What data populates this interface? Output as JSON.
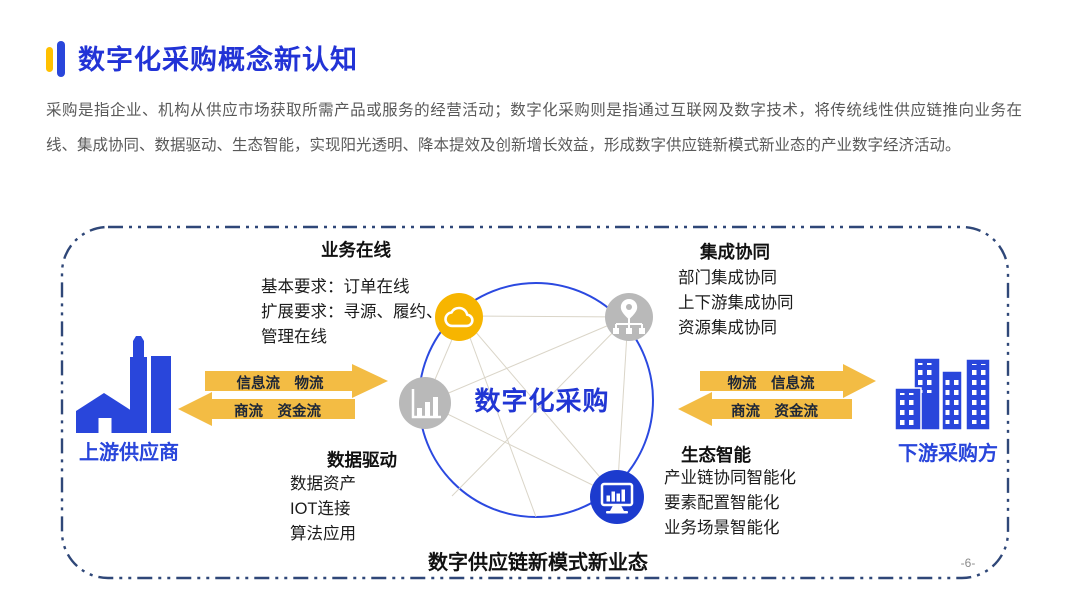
{
  "slide": {
    "title": "数字化采购概念新认知",
    "intro": "采购是指企业、机构从供应市场获取所需产品或服务的经营活动；数字化采购则是指通过互联网及数字技术，将传统线性供应链推向业务在线、集成协同、数据驱动、生态智能，实现阳光透明、降本提效及创新增长效益，形成数字供应链新模式新业态的产业数字经济活动。",
    "page_number": "-6-"
  },
  "diagram": {
    "center_label": "数字化采购",
    "caption": "数字供应链新模式新业态",
    "supplier_label": "上游供应商",
    "buyer_label": "下游采购方",
    "flows": {
      "left_forward": "信息流　物流",
      "left_backward": "商流　资金流",
      "right_forward": "物流　信息流",
      "right_backward": "商流　资金流"
    },
    "quadrants": {
      "business_online": {
        "title": "业务在线",
        "lines": [
          "基本要求：订单在线",
          "扩展要求：寻源、履约、",
          "管理在线"
        ]
      },
      "integration": {
        "title": "集成协同",
        "lines": [
          "部门集成协同",
          "上下游集成协同",
          "资源集成协同"
        ]
      },
      "data_driven": {
        "title": "数据驱动",
        "lines": [
          "数据资产",
          "IOT连接",
          "算法应用"
        ]
      },
      "eco_intelligence": {
        "title": "生态智能",
        "lines": [
          "产业链协同智能化",
          "要素配置智能化",
          "业务场景智能化"
        ]
      }
    },
    "nodes": [
      {
        "name": "cloud-node",
        "color": "#F7B500"
      },
      {
        "name": "network-pin-node",
        "color": "#B9B9B9"
      },
      {
        "name": "bar-chart-node",
        "color": "#B9B9B9"
      },
      {
        "name": "monitor-chart-node",
        "color": "#1C3BCE"
      }
    ],
    "colors": {
      "primary_blue": "#2946DB",
      "title_blue": "#2233D6",
      "accent_yellow": "#FFC000",
      "arrow_yellow": "#F3BC44",
      "border_navy": "#2F4778",
      "mesh_line": "#DAD5C8",
      "circle_blue": "#2B49E0"
    }
  }
}
